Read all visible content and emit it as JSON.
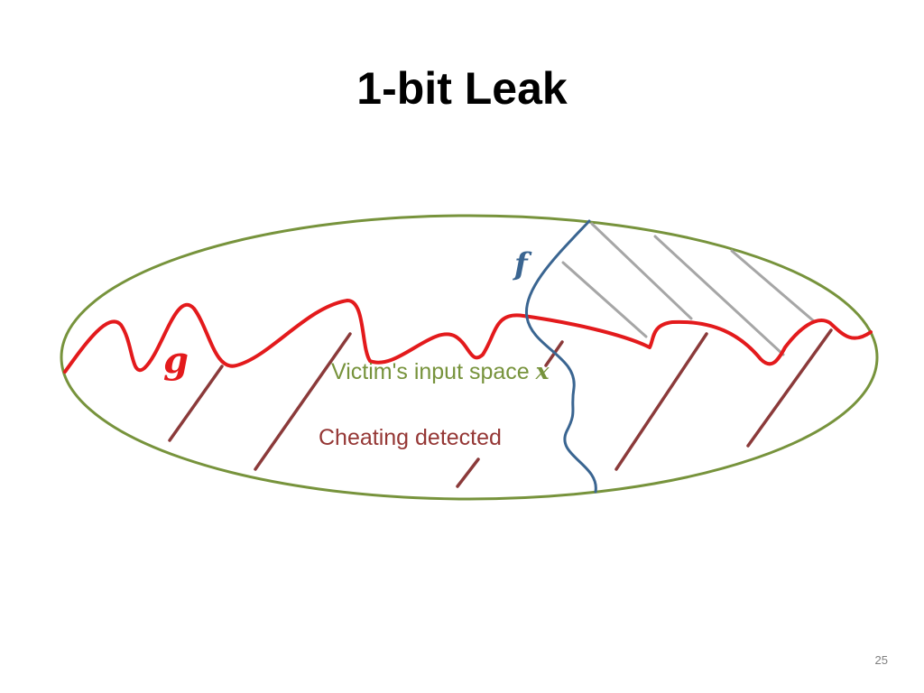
{
  "slide": {
    "title": "1-bit Leak",
    "page_number": "25"
  },
  "diagram": {
    "labels": {
      "f": "f",
      "g": "g",
      "input_space_text": "Victim's input space ",
      "input_space_var": "x",
      "cheating_detected": "Cheating detected"
    },
    "colors": {
      "ellipse": "#77933c",
      "curve_g": "#e31a1c",
      "curve_f": "#3a6591",
      "detected_hatch": "#8b3a3a",
      "f_region_hatch": "#a6a6a6"
    }
  }
}
